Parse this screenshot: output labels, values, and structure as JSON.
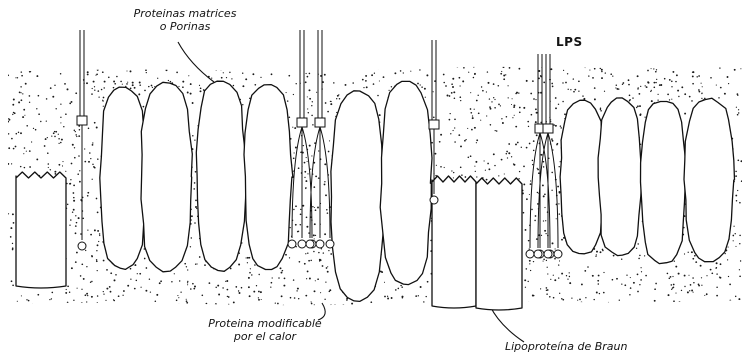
{
  "labels": {
    "porins_line1": "Proteinas matrices",
    "porins_line2": "o Porinas",
    "lps": "LPS",
    "heat_line1": "Proteina modificable",
    "heat_line2": "por el calor",
    "braun": "Lipoproteína de Braun"
  }
}
